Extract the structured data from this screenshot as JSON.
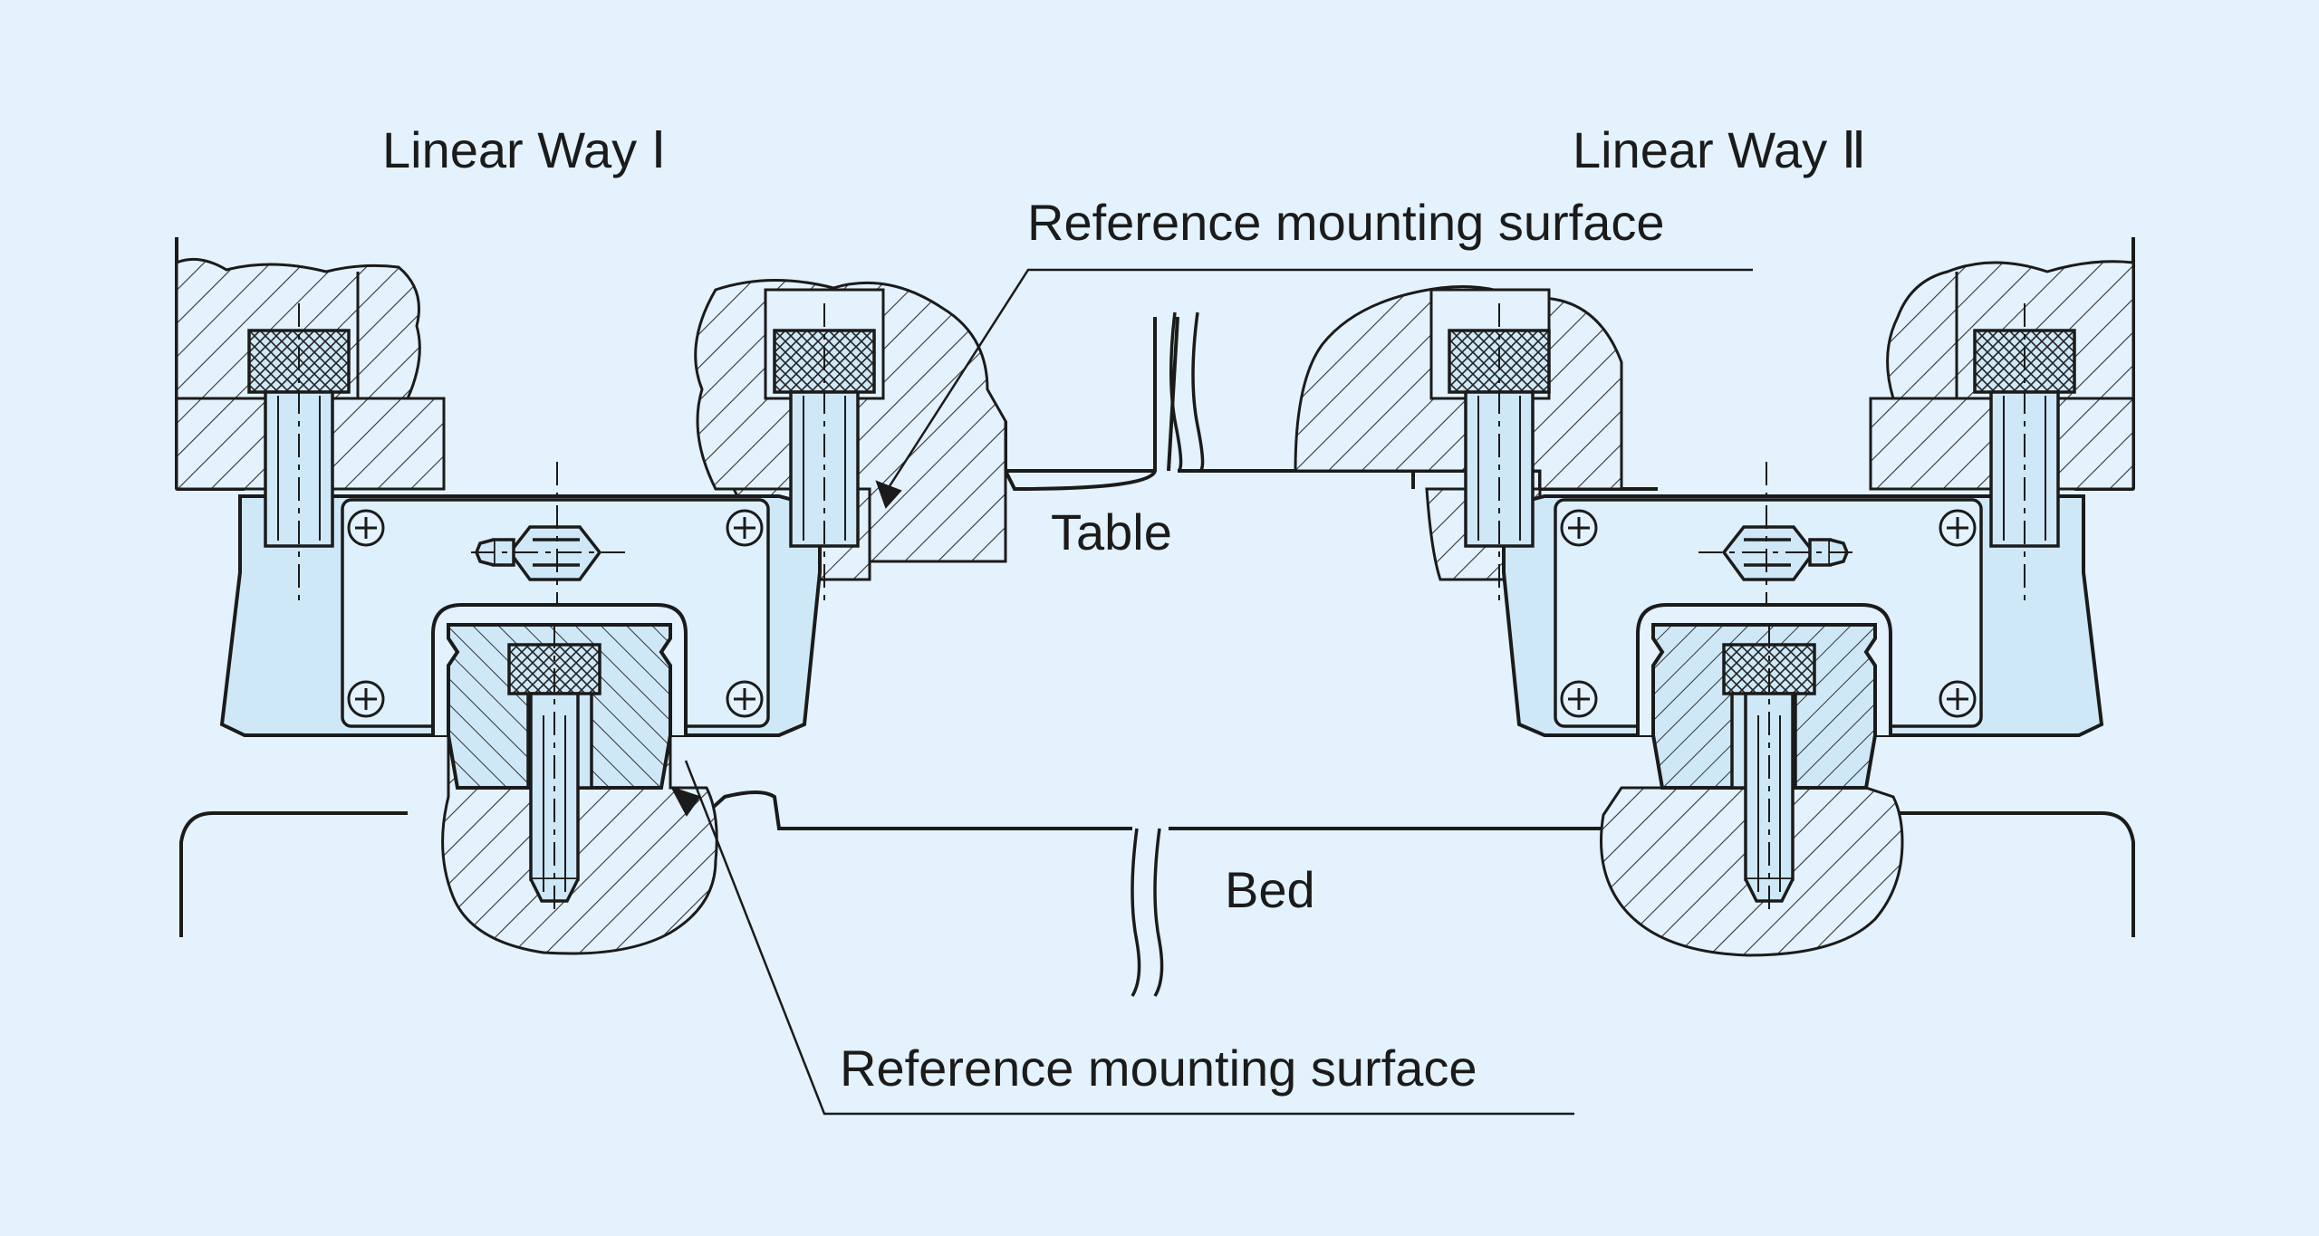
{
  "diagram": {
    "labels": {
      "linear_way_1": "Linear Way Ⅰ",
      "linear_way_2": "Linear Way Ⅱ",
      "reference_top": "Reference mounting surface",
      "reference_bottom": "Reference mounting surface",
      "table": "Table",
      "bed": "Bed"
    },
    "colors": {
      "background": "#e3f2fc",
      "part_fill": "#cfe8f7",
      "part_fill_light": "#ddf0fb",
      "line": "#1b1b1b",
      "hatch": "#333333"
    }
  }
}
